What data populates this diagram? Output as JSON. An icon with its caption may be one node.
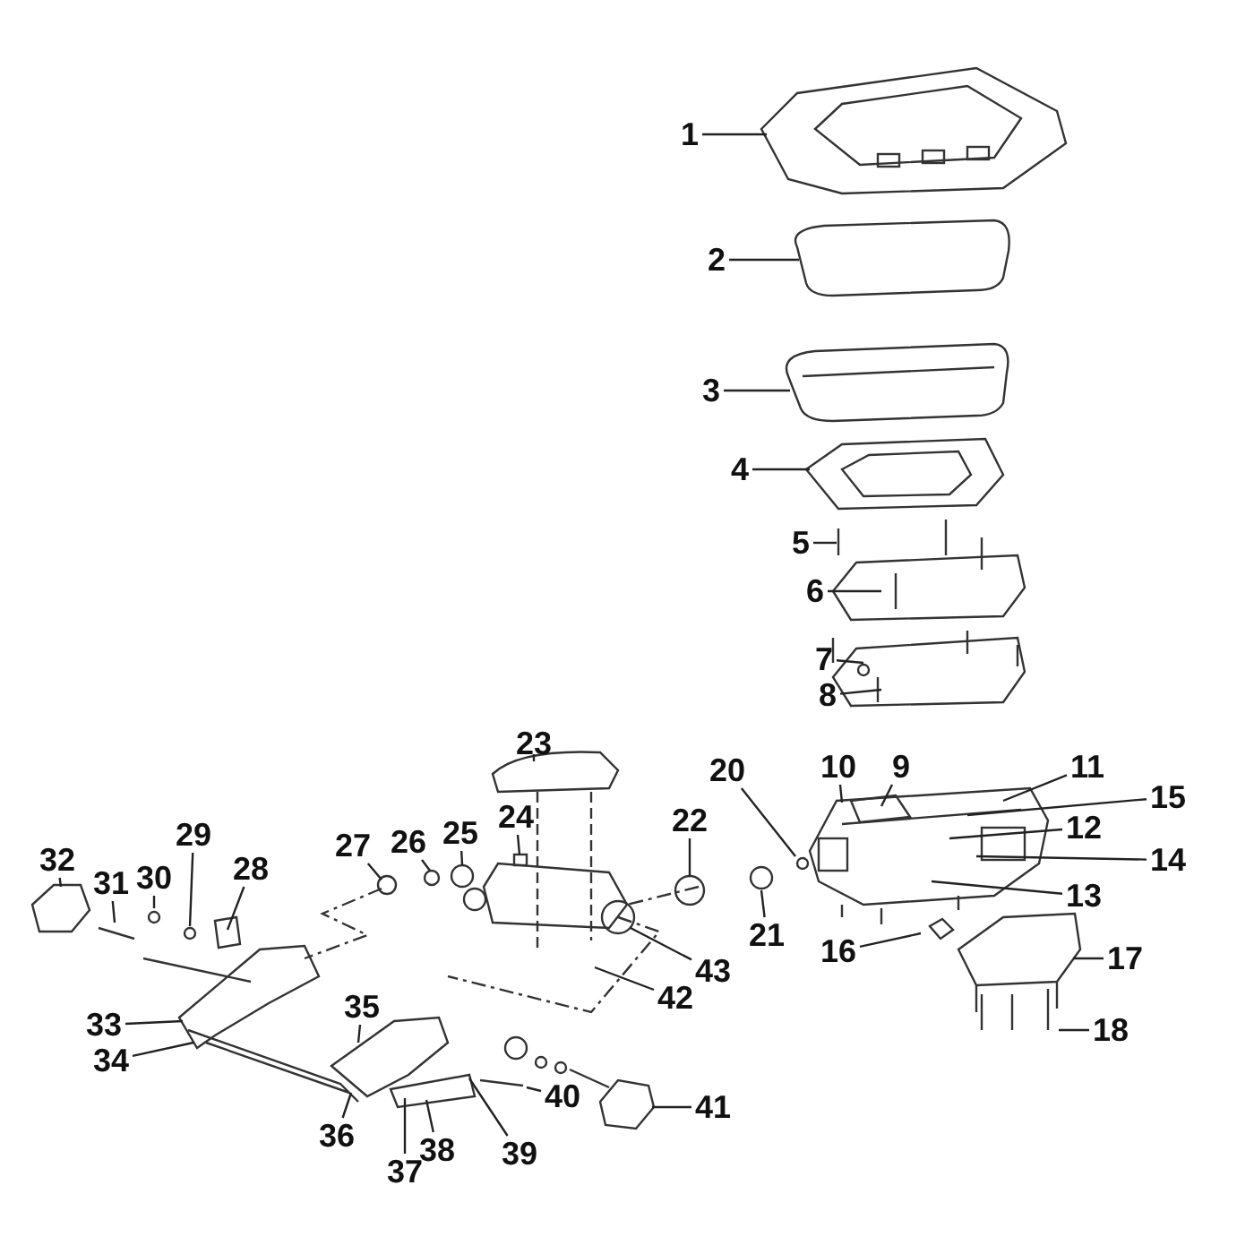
{
  "diagram": {
    "nodes": [
      {
        "text": [
          "1"
        ]
      },
      {
        "text": [
          "2"
        ]
      },
      {
        "text": [
          "3"
        ]
      },
      {
        "text": [
          "4"
        ]
      },
      {
        "text": [
          "5"
        ]
      },
      {
        "text": [
          "6"
        ]
      },
      {
        "text": [
          "7"
        ]
      },
      {
        "text": [
          "8"
        ]
      },
      {
        "text": [
          "9"
        ]
      },
      {
        "text": [
          "10"
        ]
      },
      {
        "text": [
          "11"
        ]
      },
      {
        "text": [
          "12"
        ]
      },
      {
        "text": [
          "13"
        ]
      },
      {
        "text": [
          "14"
        ]
      },
      {
        "text": [
          "15"
        ]
      },
      {
        "text": [
          "16"
        ]
      },
      {
        "text": [
          "17"
        ]
      },
      {
        "text": [
          "18"
        ]
      },
      {
        "text": [
          "20"
        ]
      },
      {
        "text": [
          "21"
        ]
      },
      {
        "text": [
          "22"
        ]
      },
      {
        "text": [
          "23"
        ]
      },
      {
        "text": [
          "24"
        ]
      },
      {
        "text": [
          "25"
        ]
      },
      {
        "text": [
          "26"
        ]
      },
      {
        "text": [
          "27"
        ]
      },
      {
        "text": [
          "28"
        ]
      },
      {
        "text": [
          "29"
        ]
      },
      {
        "text": [
          "30"
        ]
      },
      {
        "text": [
          "31"
        ]
      },
      {
        "text": [
          "32"
        ]
      },
      {
        "text": [
          "33"
        ]
      },
      {
        "text": [
          "34"
        ]
      },
      {
        "text": [
          "35"
        ]
      },
      {
        "text": [
          "36"
        ]
      },
      {
        "text": [
          "37"
        ]
      },
      {
        "text": [
          "38"
        ]
      },
      {
        "text": [
          "39"
        ]
      },
      {
        "text": [
          "40"
        ]
      },
      {
        "text": [
          "41"
        ]
      },
      {
        "text": [
          "42"
        ]
      },
      {
        "text": [
          "43"
        ]
      }
    ],
    "edges": [
      {
        "from": 0,
        "to": null,
        "arrow": "none"
      },
      {
        "from": 1,
        "to": null,
        "arrow": "none"
      },
      {
        "from": 2,
        "to": null,
        "arrow": "none"
      },
      {
        "from": 3,
        "to": null,
        "arrow": "none"
      },
      {
        "from": 4,
        "to": null,
        "arrow": "none"
      },
      {
        "from": 5,
        "to": null,
        "arrow": "none"
      },
      {
        "from": 6,
        "to": null,
        "arrow": "none"
      },
      {
        "from": 7,
        "to": null,
        "arrow": "none"
      },
      {
        "from": 8,
        "to": null,
        "arrow": "none"
      },
      {
        "from": 9,
        "to": null,
        "arrow": "none"
      },
      {
        "from": 10,
        "to": null,
        "arrow": "none"
      },
      {
        "from": 11,
        "to": null,
        "arrow": "none"
      },
      {
        "from": 12,
        "to": null,
        "arrow": "none"
      },
      {
        "from": 13,
        "to": null,
        "arrow": "none"
      },
      {
        "from": 14,
        "to": null,
        "arrow": "none"
      },
      {
        "from": 15,
        "to": null,
        "arrow": "none"
      },
      {
        "from": 16,
        "to": null,
        "arrow": "none"
      },
      {
        "from": 17,
        "to": null,
        "arrow": "none"
      },
      {
        "from": 18,
        "to": null,
        "arrow": "none"
      },
      {
        "from": 19,
        "to": null,
        "arrow": "none"
      },
      {
        "from": 20,
        "to": null,
        "arrow": "none"
      },
      {
        "from": 21,
        "to": null,
        "arrow": "none"
      },
      {
        "from": 22,
        "to": null,
        "arrow": "none"
      },
      {
        "from": 23,
        "to": null,
        "arrow": "none"
      },
      {
        "from": 24,
        "to": null,
        "arrow": "none"
      },
      {
        "from": 25,
        "to": null,
        "arrow": "none"
      },
      {
        "from": 26,
        "to": null,
        "arrow": "none"
      },
      {
        "from": 27,
        "to": null,
        "arrow": "none"
      },
      {
        "from": 28,
        "to": null,
        "arrow": "none"
      },
      {
        "from": 29,
        "to": null,
        "arrow": "none"
      },
      {
        "from": 30,
        "to": null,
        "arrow": "none"
      },
      {
        "from": 31,
        "to": null,
        "arrow": "none"
      },
      {
        "from": 32,
        "to": null,
        "arrow": "none"
      },
      {
        "from": 33,
        "to": null,
        "arrow": "none"
      },
      {
        "from": 34,
        "to": null,
        "arrow": "none"
      },
      {
        "from": 35,
        "to": null,
        "arrow": "none"
      },
      {
        "from": 36,
        "to": null,
        "arrow": "none"
      },
      {
        "from": 37,
        "to": null,
        "arrow": "none"
      },
      {
        "from": 38,
        "to": null,
        "arrow": "none"
      },
      {
        "from": 39,
        "to": null,
        "arrow": "none"
      },
      {
        "from": 40,
        "to": null,
        "arrow": "none"
      },
      {
        "from": 41,
        "to": null,
        "arrow": "none"
      }
    ]
  }
}
